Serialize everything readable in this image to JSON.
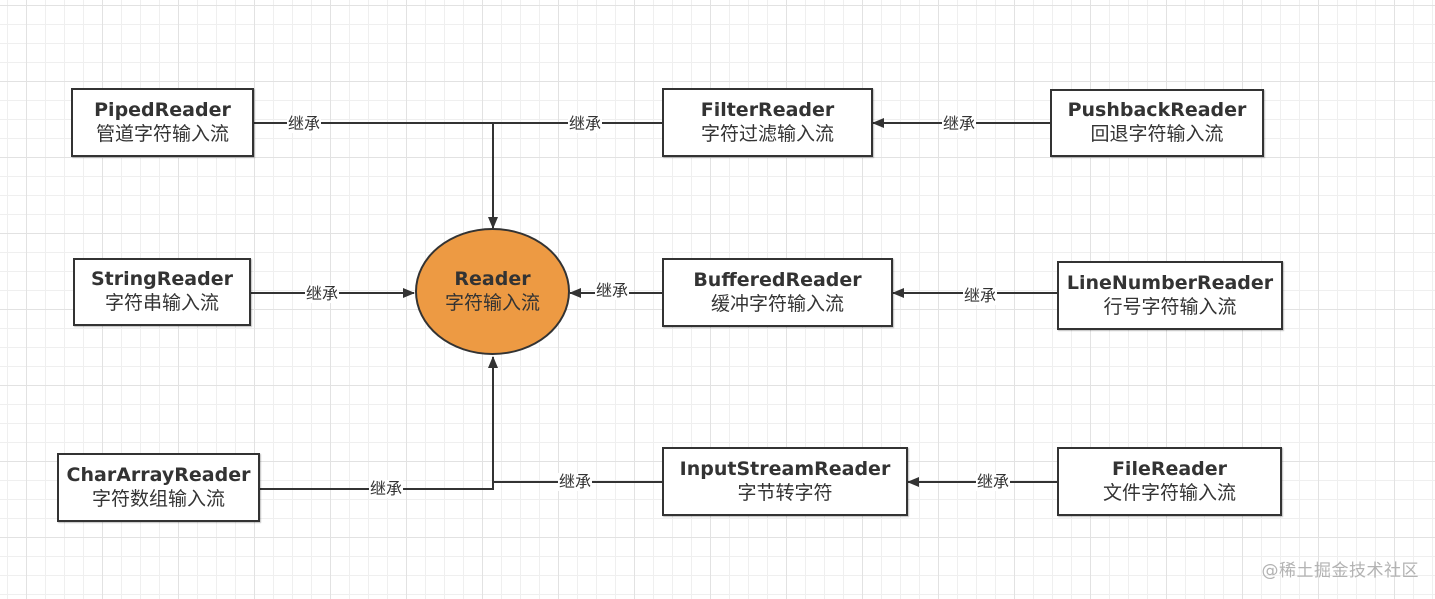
{
  "diagram": {
    "center": {
      "name": "Reader",
      "desc": "字符输入流",
      "fill": "#ED9A43"
    },
    "nodes": {
      "piped": {
        "name": "PipedReader",
        "desc": "管道字符输入流"
      },
      "filter": {
        "name": "FilterReader",
        "desc": "字符过滤输入流"
      },
      "pushback": {
        "name": "PushbackReader",
        "desc": "回退字符输入流"
      },
      "string": {
        "name": "StringReader",
        "desc": "字符串输入流"
      },
      "buffered": {
        "name": "BufferedReader",
        "desc": "缓冲字符输入流"
      },
      "linenumber": {
        "name": "LineNumberReader",
        "desc": "行号字符输入流"
      },
      "chararray": {
        "name": "CharArrayReader",
        "desc": "字符数组输入流"
      },
      "inputstream": {
        "name": "InputStreamReader",
        "desc": "字节转字符"
      },
      "file": {
        "name": "FileReader",
        "desc": "文件字符输入流"
      }
    },
    "edge_label": "继承",
    "edges": [
      {
        "from": "PipedReader",
        "to": "Reader",
        "label": "继承"
      },
      {
        "from": "FilterReader",
        "to": "Reader",
        "label": "继承"
      },
      {
        "from": "PushbackReader",
        "to": "FilterReader",
        "label": "继承"
      },
      {
        "from": "StringReader",
        "to": "Reader",
        "label": "继承"
      },
      {
        "from": "BufferedReader",
        "to": "Reader",
        "label": "继承"
      },
      {
        "from": "LineNumberReader",
        "to": "BufferedReader",
        "label": "继承"
      },
      {
        "from": "CharArrayReader",
        "to": "Reader",
        "label": "继承"
      },
      {
        "from": "InputStreamReader",
        "to": "Reader",
        "label": "继承"
      },
      {
        "from": "FileReader",
        "to": "InputStreamReader",
        "label": "继承"
      }
    ],
    "line_color": "#333333"
  },
  "watermark": "@稀土掘金技术社区"
}
